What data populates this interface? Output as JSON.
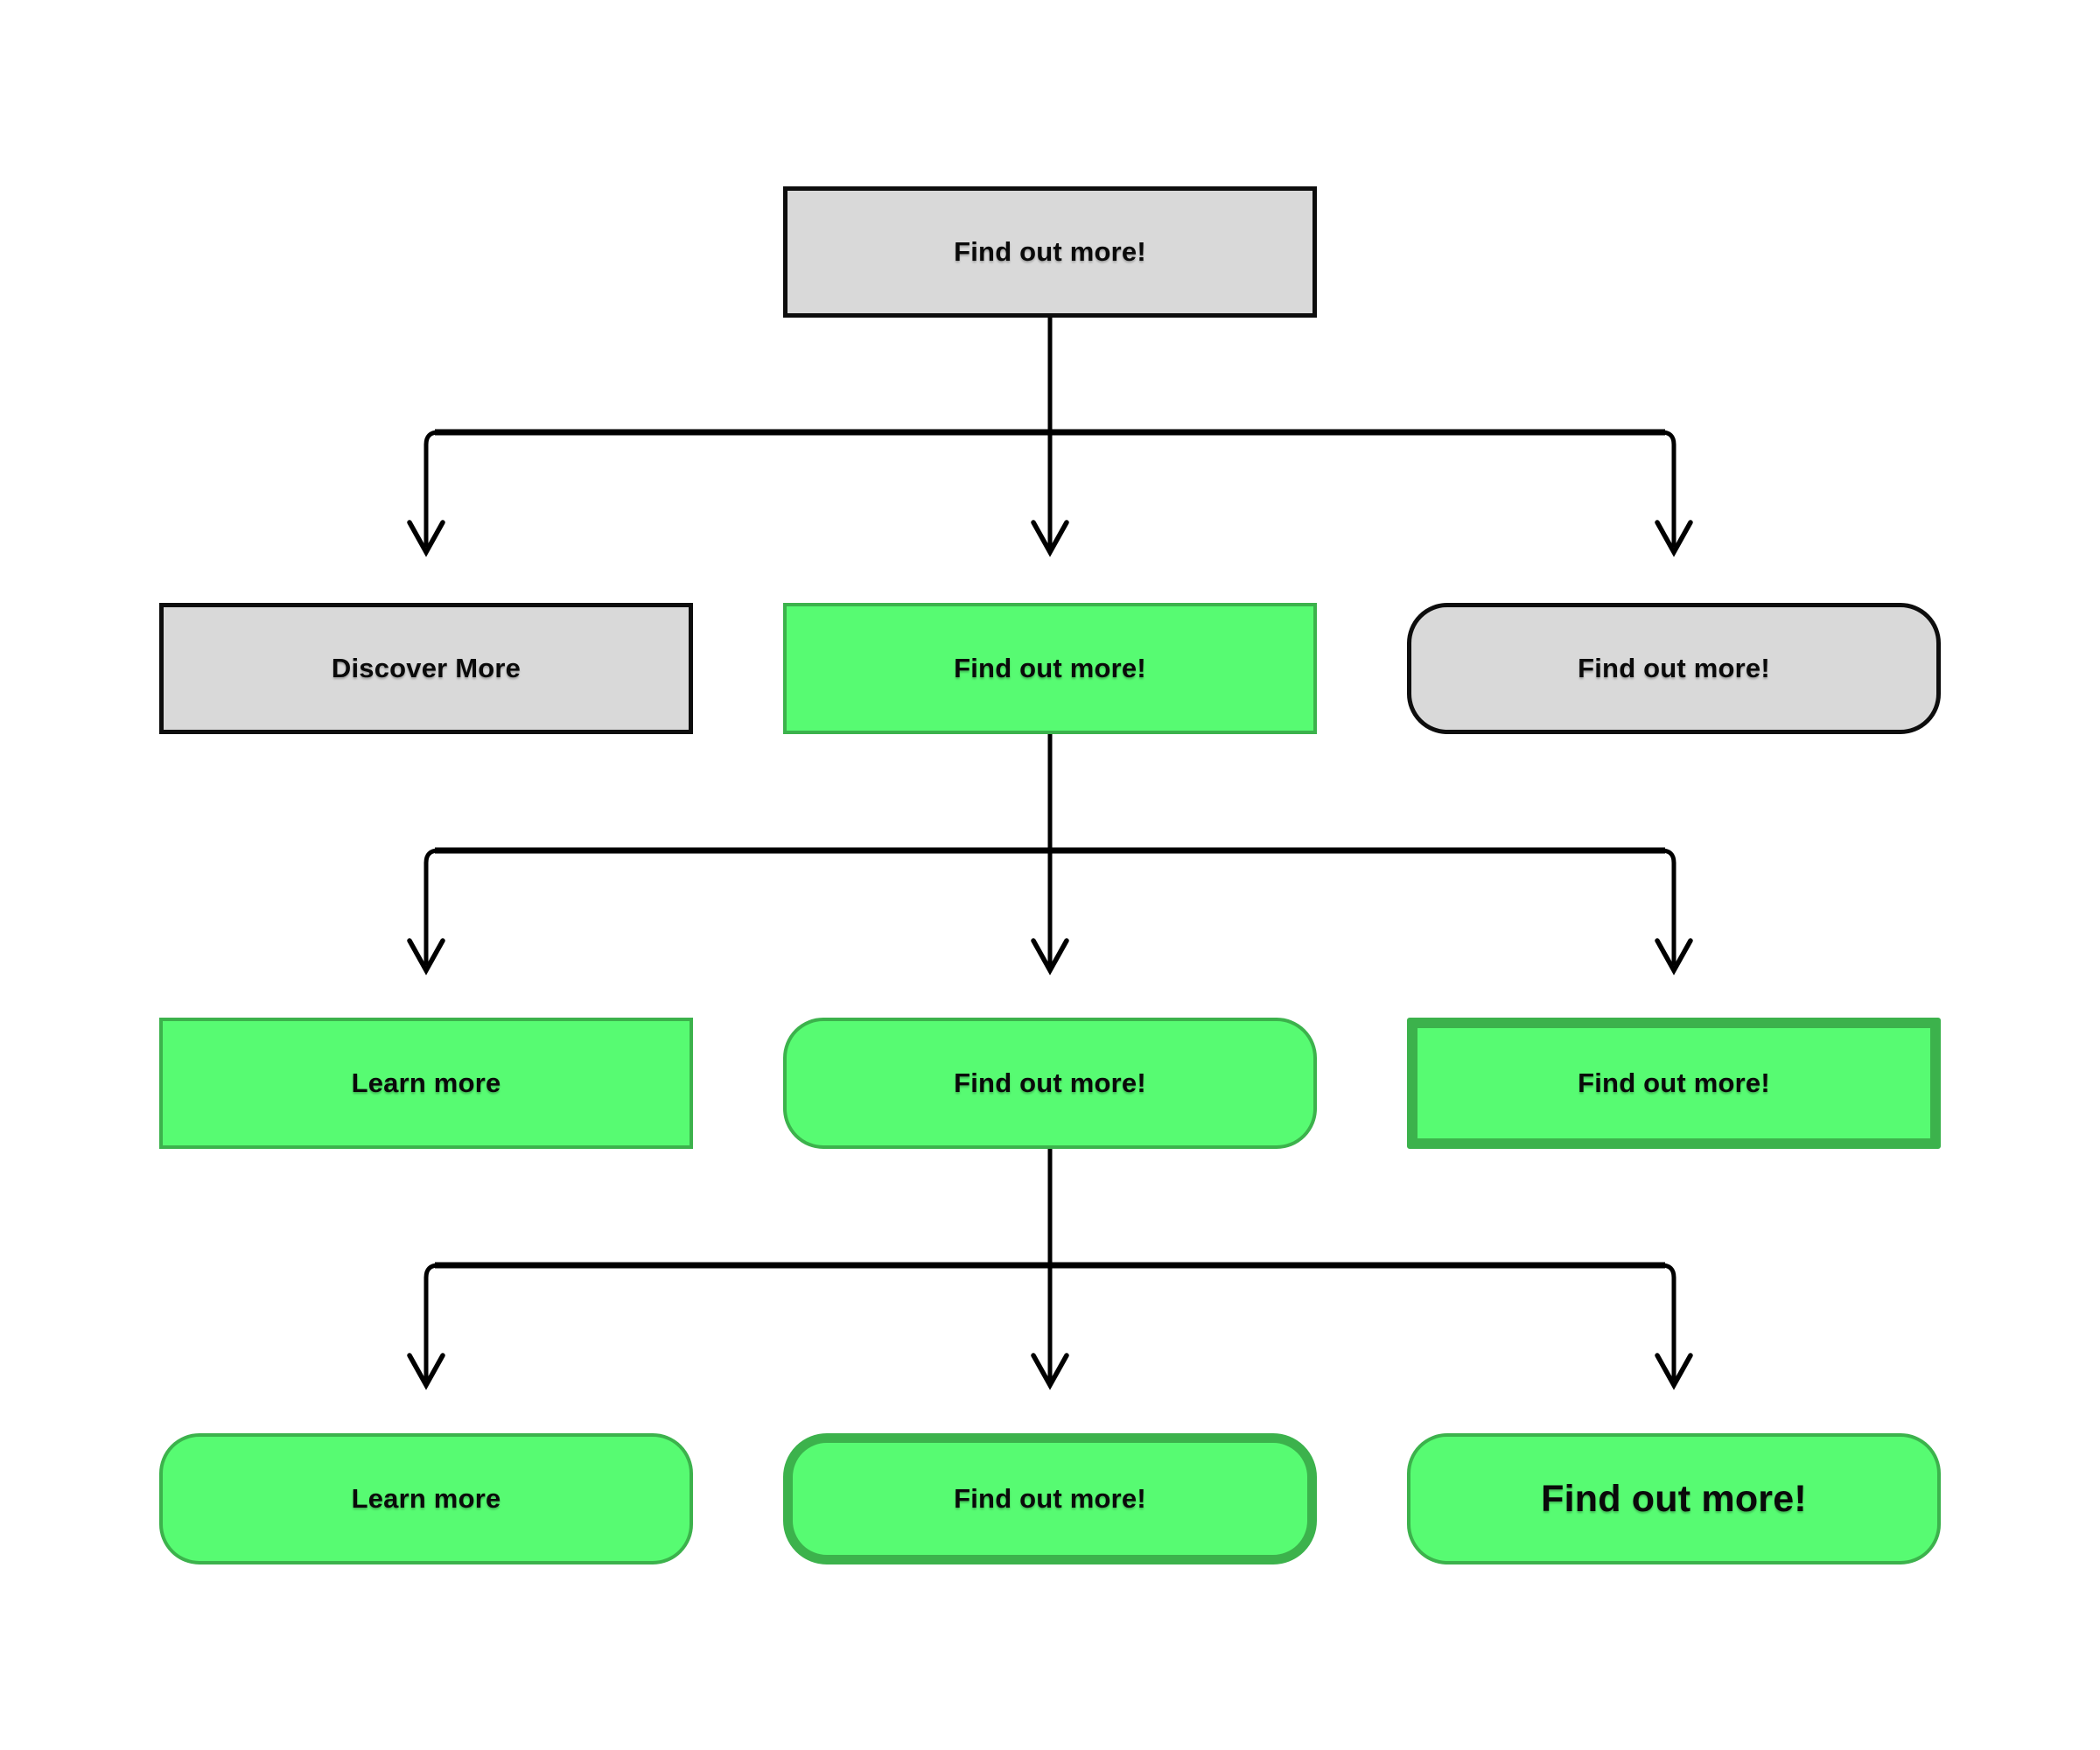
{
  "colors": {
    "canvas_bg": "#ffffff",
    "gray_fill": "#d9d9d9",
    "gray_border": "#0d0d0d",
    "green_fill": "#57fb72",
    "green_border": "#3cb24c",
    "connector": "#000000",
    "text": "#0a0a0a"
  },
  "diagram": {
    "nodes": {
      "row1_middle": {
        "label": "Find out more!"
      },
      "row2_left": {
        "label": "Discover More"
      },
      "row2_middle": {
        "label": "Find out more!"
      },
      "row2_right": {
        "label": "Find out more!"
      },
      "row3_left": {
        "label": "Learn more"
      },
      "row3_middle": {
        "label": "Find out more!"
      },
      "row3_right": {
        "label": "Find out more!"
      },
      "row4_left": {
        "label": "Learn more"
      },
      "row4_middle": {
        "label": "Find out more!"
      },
      "row4_right": {
        "label": "Find out more!"
      }
    }
  }
}
